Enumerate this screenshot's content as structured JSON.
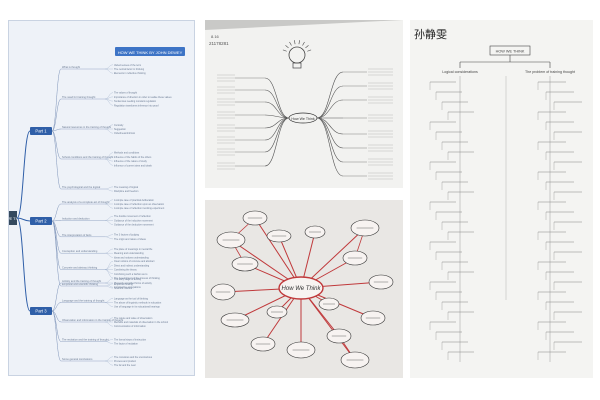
{
  "panel_mindmap_digital": {
    "banner": "HOW WE THINK BY JOHN DEWEY",
    "root": "HOW WE THINK",
    "parts": [
      "Part 1",
      "Part 2",
      "Part 3"
    ],
    "part1_topics": [
      {
        "label": "What is thought",
        "details": [
          "Varied senses of the term",
          "The central factor in thinking",
          "Elements in reflective thinking"
        ]
      },
      {
        "label": "The need for training thought",
        "details": [
          "The values of thought",
          "Importance of direction in order to realise these values",
          "Tendencies needing constant regulation",
          "Regulation transforms inference into proof"
        ]
      },
      {
        "label": "Natural resources in the training of thought",
        "details": [
          "Curiosity",
          "Suggestion",
          "Orderliness/Intrinsic"
        ]
      },
      {
        "label": "School conditions and the training of thought",
        "details": [
          "Methods and conditions",
          "Influence of the habits of the others",
          "Influence of the nature of study",
          "Influence of current aims and ideals"
        ]
      },
      {
        "label": "The psychological and the logical",
        "details": [
          "The meaning of logical",
          "Discipline and freedom"
        ]
      }
    ],
    "part2_topics": [
      {
        "label": "The analysis of a complete act of thought",
        "details": [
          "A simple case of practical deliberation",
          "A simple case of reflection upon an observation",
          "A simple case of reflection involving experiment"
        ]
      },
      {
        "label": "Induction and deduction",
        "details": [
          "The double movement of reflection",
          "Guidance of the inductive movement",
          "Guidance of the deductive movement"
        ]
      },
      {
        "label": "The interpretation of facts",
        "details": [
          "The 3 factors of judging",
          "The origin and nature of ideas"
        ]
      },
      {
        "label": "Conception and understanding",
        "details": [
          "The place of meanings in mental life",
          "Meaning and understanding",
          "Ideas and notions understanding"
        ]
      },
      {
        "label": "Concrete and abstract thinking",
        "details": [
          "Clear notions of concrete and abstract",
          "Direct and indirect understanding",
          "Combining the theory",
          "Combining such a fashion as to",
          "The development of the process of thinking"
        ]
      },
      {
        "label": "Empirical and scientific thinking",
        "details": [
          "Empirical thinking",
          "Scientific method"
        ]
      }
    ],
    "part3_topics": [
      {
        "label": "Activity and the training of thought",
        "details": [
          "The early stage of activity",
          "Playwork and allied forms of activity",
          "Constructive occupations"
        ]
      },
      {
        "label": "Language and the training of thought",
        "details": [
          "Language as the tool of thinking",
          "The abuse of linguistic methods in education",
          "Use of language in its educational bearings"
        ]
      },
      {
        "label": "Observation and information in the training of thought",
        "details": [
          "The nature and value of observation",
          "Methods and materials of observation in the school",
          "Communication of information"
        ]
      },
      {
        "label": "The recitation and the training of thought",
        "details": [
          "The formal steps of instruction",
          "The factor of recitation"
        ]
      },
      {
        "label": "Some general conclusions",
        "details": [
          "The conscious and the unconscious",
          "Process and product",
          "The far and the near"
        ]
      }
    ]
  },
  "panel_photo_mindmap": {
    "header_lines": [
      "8.16",
      "21178281"
    ],
    "center_label": "How We Think"
  },
  "panel_hand_drawn": {
    "center_label": "How We Think"
  },
  "panel_paper_tree": {
    "author_name": "孙静雯",
    "root": "HOW WE THINK",
    "branch_left": "Logical considerations",
    "branch_right": "The problem of training thought"
  },
  "colors": {
    "digital_bg": "#eef2f8",
    "digital_node": "#2f5fa8",
    "digital_banner": "#3d74c6",
    "hand_red": "#c0393b",
    "ink": "#444444"
  }
}
